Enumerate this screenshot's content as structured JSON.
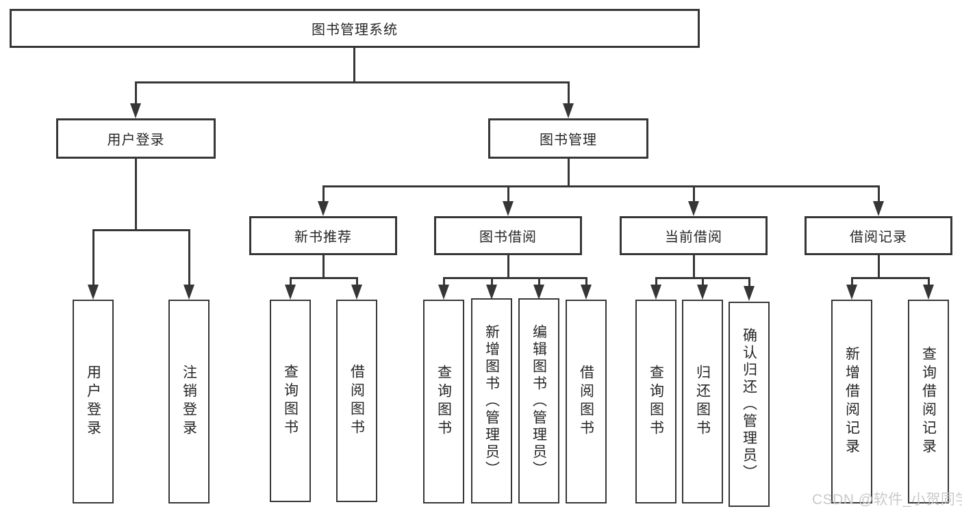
{
  "tree": {
    "label": "图书管理系统",
    "children": [
      {
        "label": "用户登录",
        "children": [
          {
            "label": "用户登录"
          },
          {
            "label": "注销登录"
          }
        ]
      },
      {
        "label": "图书管理",
        "children": [
          {
            "label": "新书推荐",
            "children": [
              {
                "label": "查询图书"
              },
              {
                "label": "借阅图书"
              }
            ]
          },
          {
            "label": "图书借阅",
            "children": [
              {
                "label": "查询图书"
              },
              {
                "label": "新增图书（管理员）"
              },
              {
                "label": "编辑图书（管理员）"
              },
              {
                "label": "借阅图书"
              }
            ]
          },
          {
            "label": "当前借阅",
            "children": [
              {
                "label": "查询图书"
              },
              {
                "label": "归还图书"
              },
              {
                "label": "确认归还（管理员）"
              }
            ]
          },
          {
            "label": "借阅记录",
            "children": [
              {
                "label": "新增借阅记录"
              },
              {
                "label": "查询借阅记录"
              }
            ]
          }
        ]
      }
    ]
  },
  "watermark": "CSDN @软件_小贺同学",
  "colors": {
    "line": "#363636",
    "text": "#262626",
    "watermark": "#c9c9c9",
    "background": "#ffffff"
  }
}
